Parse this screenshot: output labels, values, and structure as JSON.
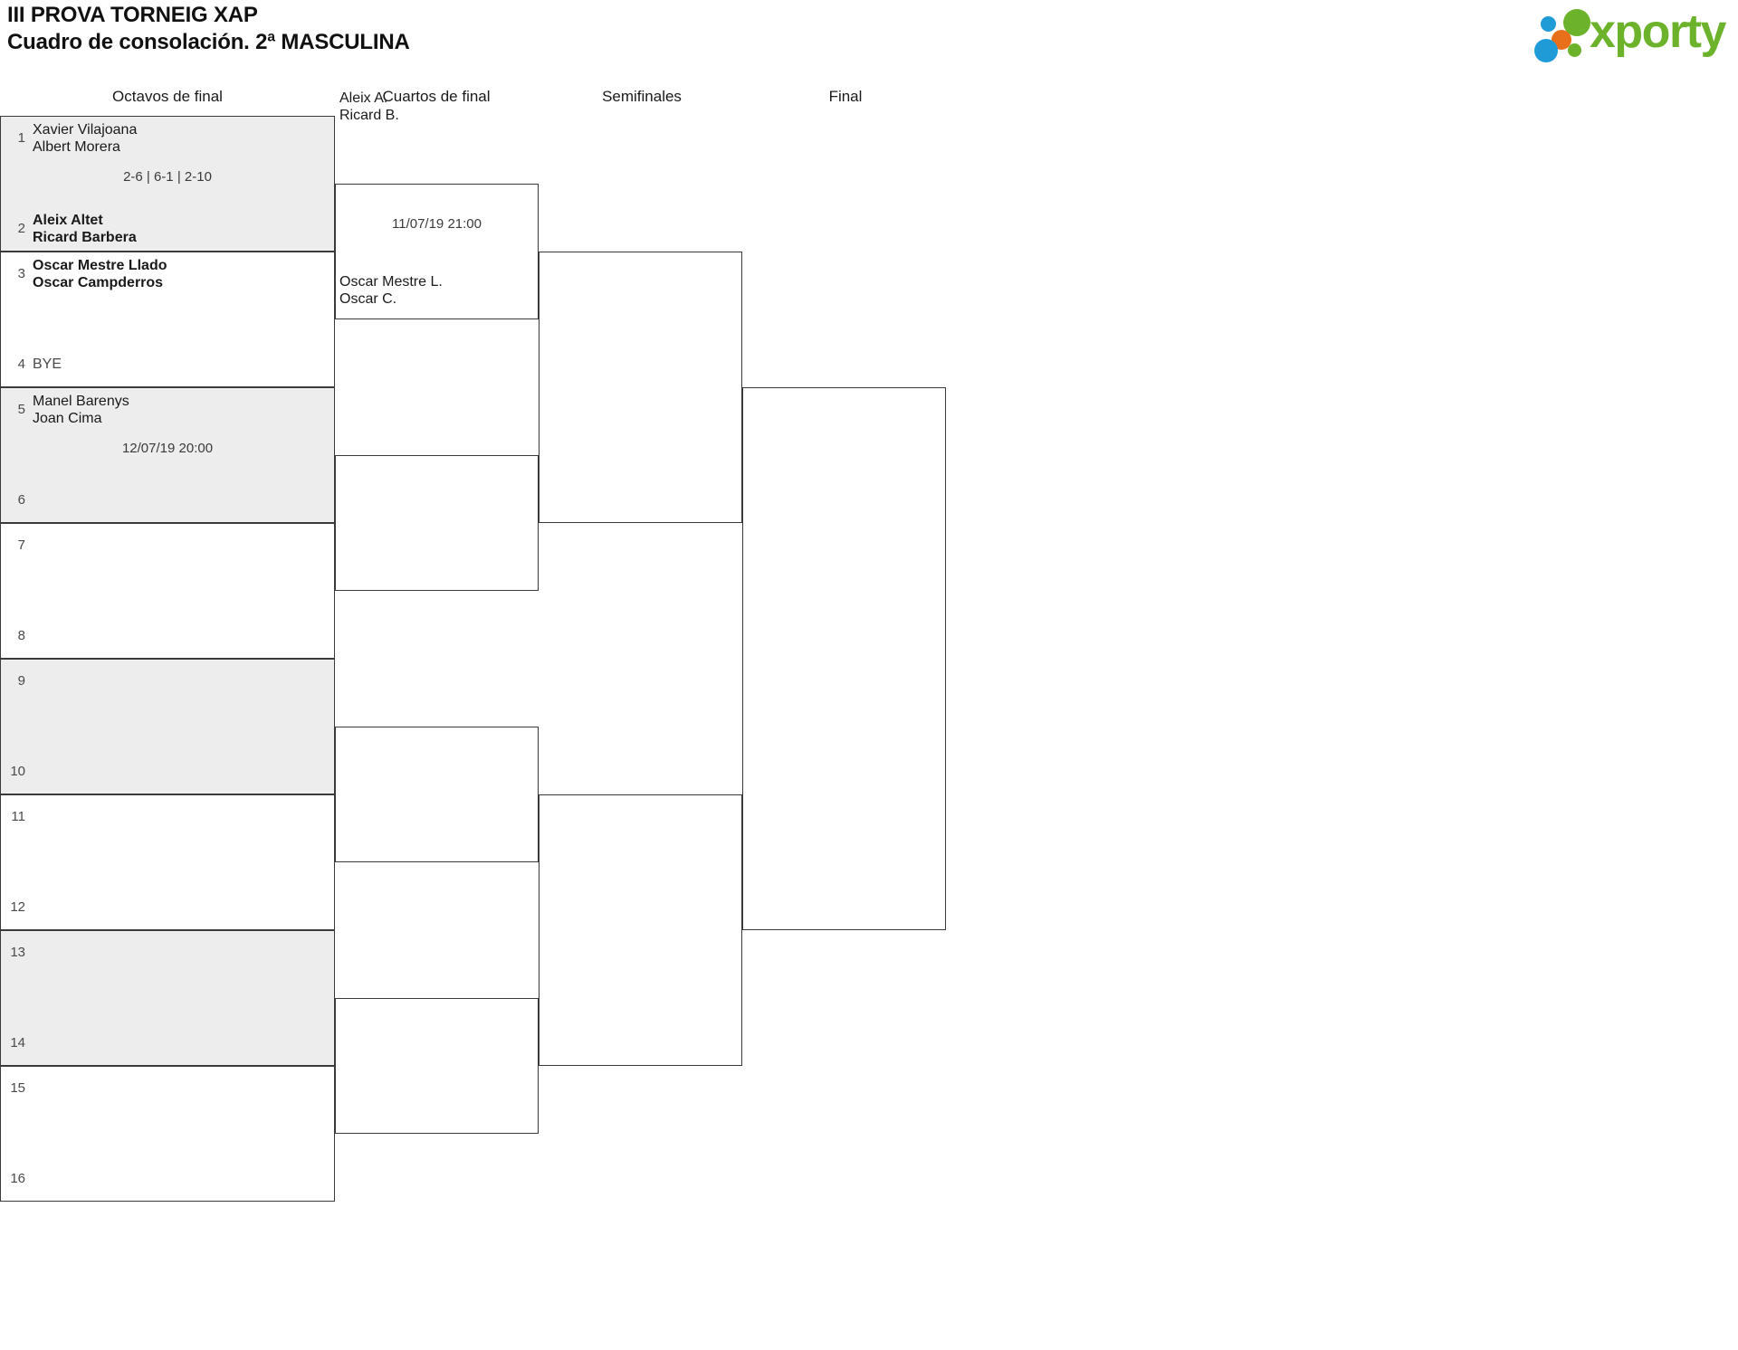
{
  "header": {
    "title_line1": "III PROVA TORNEIG XAP",
    "title_line2": "Cuadro de consolación. 2ª MASCULINA"
  },
  "logo": {
    "wordmark": "xporty",
    "colors": {
      "green": "#6cb32b",
      "blue": "#1f9bd8",
      "orange": "#e8701a"
    }
  },
  "rounds": [
    {
      "label": "Octavos de final"
    },
    {
      "label": "Cuartos de final"
    },
    {
      "label": "Semifinales"
    },
    {
      "label": "Final"
    }
  ],
  "bracket": {
    "round1": [
      {
        "shaded": true,
        "top": {
          "seed": "1",
          "player1": "Xavier Vilajoana",
          "player2": "Albert Morera",
          "winner": false
        },
        "bottom": {
          "seed": "2",
          "player1": "Aleix Altet",
          "player2": "Ricard Barbera",
          "winner": true
        },
        "meta": "2-6 | 6-1 | 2-10"
      },
      {
        "shaded": false,
        "top": {
          "seed": "3",
          "player1": "Oscar Mestre Llado",
          "player2": "Oscar Campderros",
          "winner": true
        },
        "bottom": {
          "seed": "4",
          "player1": "BYE",
          "player2": "",
          "winner": false,
          "bye": true
        },
        "meta": ""
      },
      {
        "shaded": true,
        "top": {
          "seed": "5",
          "player1": "Manel Barenys",
          "player2": "Joan Cima",
          "winner": false
        },
        "bottom": {
          "seed": "6",
          "player1": "",
          "player2": "",
          "winner": false
        },
        "meta": "12/07/19 20:00"
      },
      {
        "shaded": false,
        "top": {
          "seed": "7",
          "player1": "",
          "player2": "",
          "winner": false
        },
        "bottom": {
          "seed": "8",
          "player1": "",
          "player2": "",
          "winner": false
        },
        "meta": ""
      },
      {
        "shaded": true,
        "top": {
          "seed": "9",
          "player1": "",
          "player2": "",
          "winner": false
        },
        "bottom": {
          "seed": "10",
          "player1": "",
          "player2": "",
          "winner": false
        },
        "meta": ""
      },
      {
        "shaded": false,
        "top": {
          "seed": "11",
          "player1": "",
          "player2": "",
          "winner": false
        },
        "bottom": {
          "seed": "12",
          "player1": "",
          "player2": "",
          "winner": false
        },
        "meta": ""
      },
      {
        "shaded": true,
        "top": {
          "seed": "13",
          "player1": "",
          "player2": "",
          "winner": false
        },
        "bottom": {
          "seed": "14",
          "player1": "",
          "player2": "",
          "winner": false
        },
        "meta": ""
      },
      {
        "shaded": false,
        "top": {
          "seed": "15",
          "player1": "",
          "player2": "",
          "winner": false
        },
        "bottom": {
          "seed": "16",
          "player1": "",
          "player2": "",
          "winner": false
        },
        "meta": ""
      }
    ],
    "round2": [
      {
        "top": {
          "player1": "Aleix A.",
          "player2": "Ricard B."
        },
        "bottom": {
          "player1": "Oscar Mestre L.",
          "player2": "Oscar C."
        },
        "date": "11/07/19 21:00"
      },
      {
        "top": {
          "player1": "",
          "player2": ""
        },
        "bottom": {
          "player1": "",
          "player2": ""
        },
        "date": ""
      },
      {
        "top": {
          "player1": "",
          "player2": ""
        },
        "bottom": {
          "player1": "",
          "player2": ""
        },
        "date": ""
      },
      {
        "top": {
          "player1": "",
          "player2": ""
        },
        "bottom": {
          "player1": "",
          "player2": ""
        },
        "date": ""
      }
    ],
    "round3": [
      {
        "top": {
          "player1": "",
          "player2": ""
        },
        "bottom": {
          "player1": "",
          "player2": ""
        },
        "date": ""
      },
      {
        "top": {
          "player1": "",
          "player2": ""
        },
        "bottom": {
          "player1": "",
          "player2": ""
        },
        "date": ""
      }
    ],
    "round4": [
      {
        "top": {
          "player1": "",
          "player2": ""
        },
        "bottom": {
          "player1": "",
          "player2": ""
        },
        "date": ""
      }
    ]
  }
}
